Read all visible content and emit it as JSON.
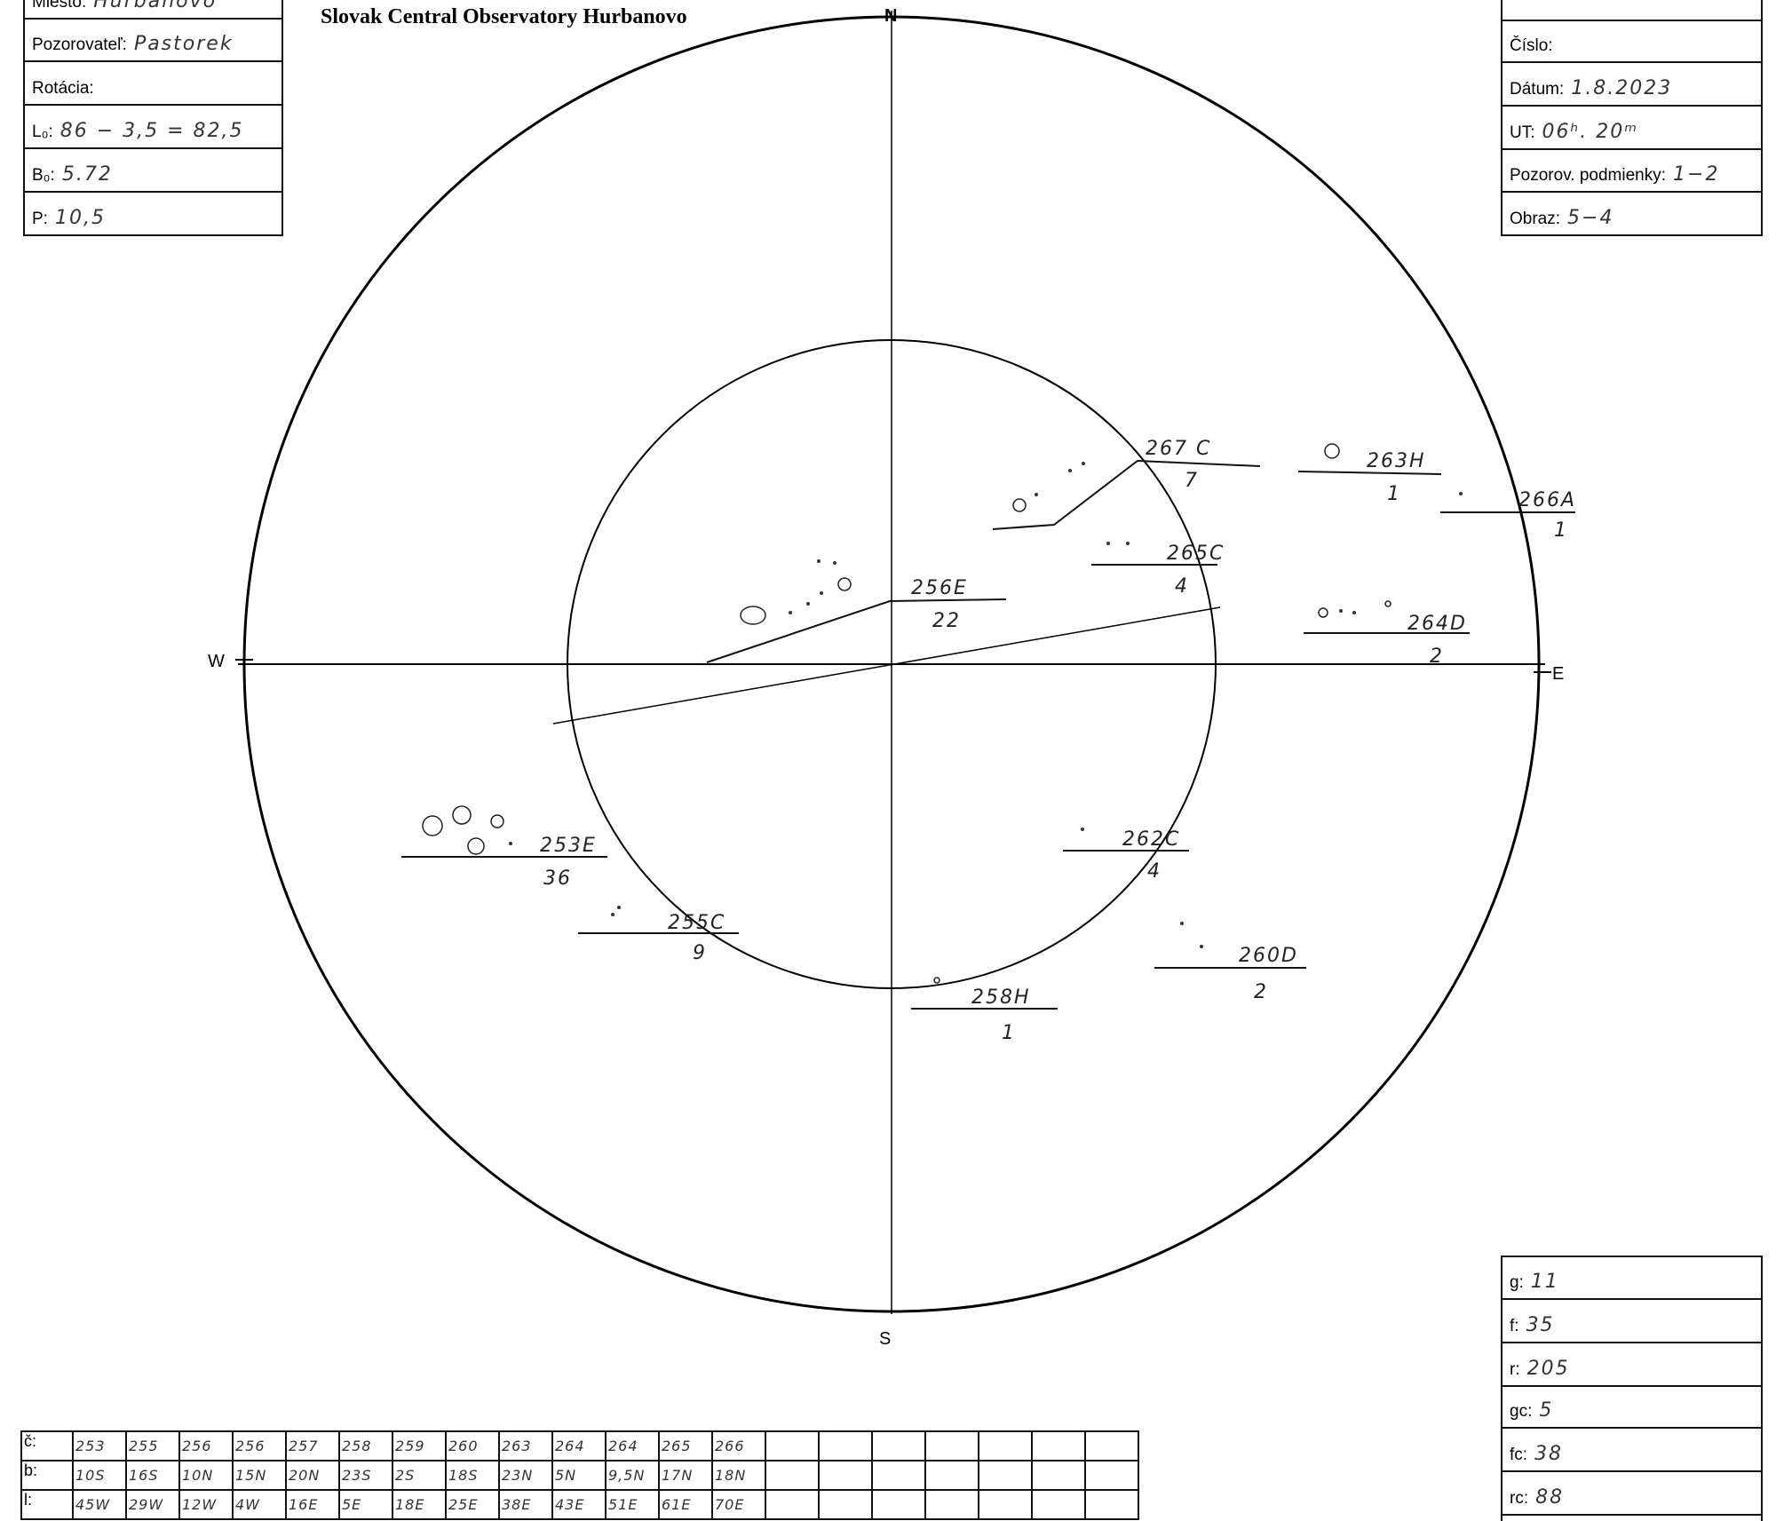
{
  "title": "Slovak Central Observatory Hurbanovo",
  "left_box": [
    {
      "label": "Miesto:",
      "value": "Hurbanovo"
    },
    {
      "label": "Pozorovateľ:",
      "value": "Pastorek"
    },
    {
      "label": "Rotácia:",
      "value": ""
    },
    {
      "label": "L₀:",
      "value": "86 − 3,5 = 82,5"
    },
    {
      "label": "B₀:",
      "value": "5.72"
    },
    {
      "label": "P:",
      "value": "10,5"
    }
  ],
  "right_box": [
    {
      "label": "Číslo:",
      "value": ""
    },
    {
      "label": "Dátum:",
      "value": "1.8.2023"
    },
    {
      "label": "UT:",
      "value": "06ʰ. 20ᵐ"
    },
    {
      "label": "Pozorov. podmienky:",
      "value": "1−2"
    },
    {
      "label": "Obraz:",
      "value": "5−4"
    }
  ],
  "summary_box": [
    {
      "label": "g:",
      "value": "11"
    },
    {
      "label": "f:",
      "value": "35"
    },
    {
      "label": "r:",
      "value": "205"
    },
    {
      "label": "gc:",
      "value": "5"
    },
    {
      "label": "fc:",
      "value": "38"
    },
    {
      "label": "rc:",
      "value": "88"
    }
  ],
  "compass": {
    "n": "N",
    "s": "S",
    "w": "W",
    "e": "E"
  },
  "groups": [
    {
      "id": "267 C",
      "count": "7"
    },
    {
      "id": "263H",
      "count": "1"
    },
    {
      "id": "266A",
      "count": "1"
    },
    {
      "id": "265C",
      "count": "4"
    },
    {
      "id": "256E",
      "count": "22"
    },
    {
      "id": "264D",
      "count": "2"
    },
    {
      "id": "253E",
      "count": "36"
    },
    {
      "id": "255C",
      "count": "9"
    },
    {
      "id": "262C",
      "count": "4"
    },
    {
      "id": "260D",
      "count": "2"
    },
    {
      "id": "258H",
      "count": "1"
    }
  ],
  "table": {
    "row_labels": [
      "č:",
      "b:",
      "l:"
    ],
    "c": [
      "253",
      "255",
      "256",
      "256",
      "257",
      "258",
      "259",
      "260",
      "263",
      "264",
      "264",
      "265",
      "266",
      "",
      "",
      "",
      "",
      "",
      "",
      ""
    ],
    "b": [
      "10S",
      "16S",
      "10N",
      "15N",
      "20N",
      "23S",
      "2S",
      "18S",
      "23N",
      "5N",
      "9,5N",
      "17N",
      "18N",
      "",
      "",
      "",
      "",
      "",
      "",
      ""
    ],
    "l": [
      "45W",
      "29W",
      "12W",
      "4W",
      "16E",
      "5E",
      "18E",
      "25E",
      "38E",
      "43E",
      "51E",
      "61E",
      "70E",
      "",
      "",
      "",
      "",
      "",
      "",
      ""
    ]
  }
}
